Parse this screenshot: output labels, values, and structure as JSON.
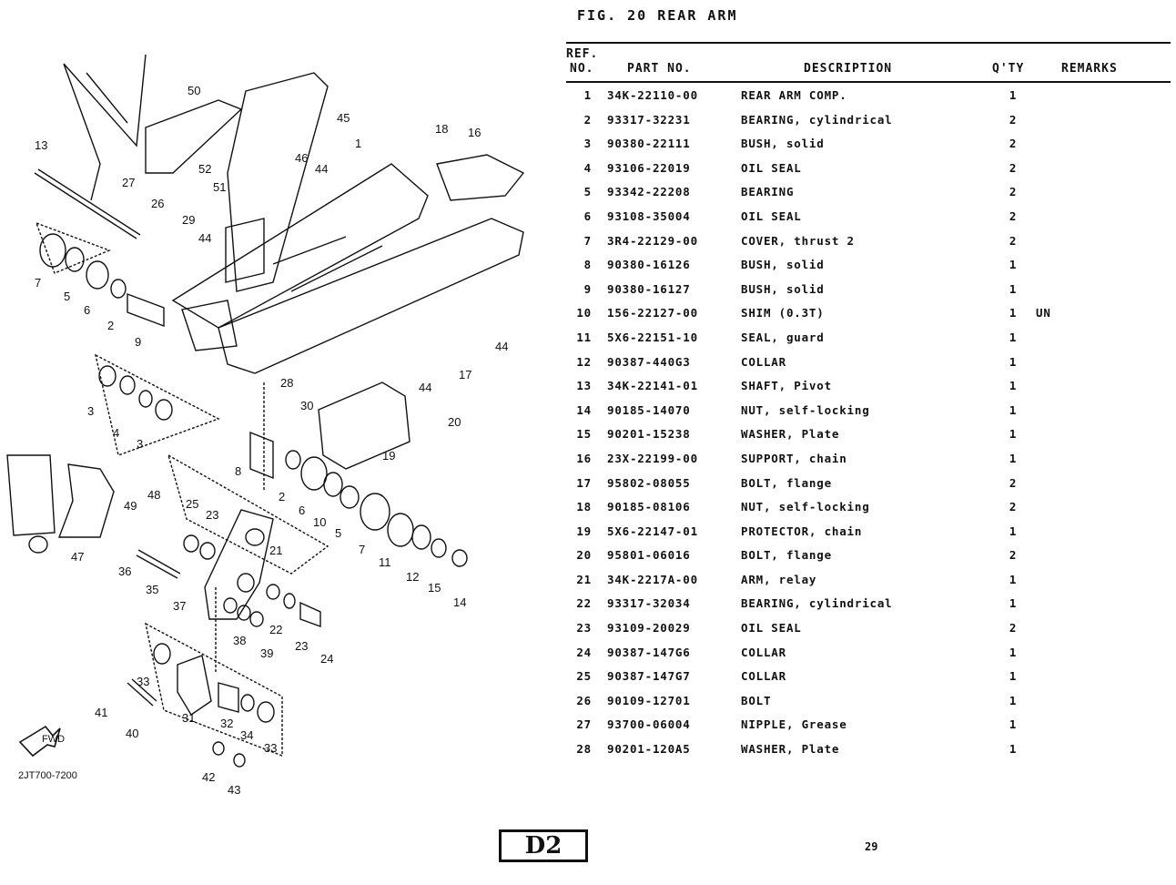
{
  "figure": {
    "title": "FIG. 20  REAR ARM"
  },
  "table": {
    "headers": {
      "ref_line1": "REF.",
      "ref_line2": "NO.",
      "part_no": "PART NO.",
      "description": "DESCRIPTION",
      "qty": "Q'TY",
      "remarks": "REMARKS"
    },
    "rows": [
      {
        "ref": "1",
        "part": "34K-22110-00",
        "desc": "REAR ARM COMP.",
        "qty": "1",
        "remarks": ""
      },
      {
        "ref": "2",
        "part": "93317-32231",
        "desc": "BEARING, cylindrical",
        "qty": "2",
        "remarks": ""
      },
      {
        "ref": "3",
        "part": "90380-22111",
        "desc": "BUSH, solid",
        "qty": "2",
        "remarks": ""
      },
      {
        "ref": "4",
        "part": "93106-22019",
        "desc": "OIL SEAL",
        "qty": "2",
        "remarks": ""
      },
      {
        "ref": "5",
        "part": "93342-22208",
        "desc": "BEARING",
        "qty": "2",
        "remarks": ""
      },
      {
        "ref": "6",
        "part": "93108-35004",
        "desc": "OIL SEAL",
        "qty": "2",
        "remarks": ""
      },
      {
        "ref": "7",
        "part": "3R4-22129-00",
        "desc": "COVER, thrust 2",
        "qty": "2",
        "remarks": ""
      },
      {
        "ref": "8",
        "part": "90380-16126",
        "desc": "BUSH, solid",
        "qty": "1",
        "remarks": ""
      },
      {
        "ref": "9",
        "part": "90380-16127",
        "desc": "BUSH, solid",
        "qty": "1",
        "remarks": ""
      },
      {
        "ref": "10",
        "part": "156-22127-00",
        "desc": "SHIM (0.3T)",
        "qty": "1",
        "remarks": "UN"
      },
      {
        "ref": "11",
        "part": "5X6-22151-10",
        "desc": "SEAL, guard",
        "qty": "1",
        "remarks": ""
      },
      {
        "ref": "12",
        "part": "90387-440G3",
        "desc": "COLLAR",
        "qty": "1",
        "remarks": ""
      },
      {
        "ref": "13",
        "part": "34K-22141-01",
        "desc": "SHAFT, Pivot",
        "qty": "1",
        "remarks": ""
      },
      {
        "ref": "14",
        "part": "90185-14070",
        "desc": "NUT, self-locking",
        "qty": "1",
        "remarks": ""
      },
      {
        "ref": "15",
        "part": "90201-15238",
        "desc": "WASHER, Plate",
        "qty": "1",
        "remarks": ""
      },
      {
        "ref": "16",
        "part": "23X-22199-00",
        "desc": "SUPPORT, chain",
        "qty": "1",
        "remarks": ""
      },
      {
        "ref": "17",
        "part": "95802-08055",
        "desc": "BOLT, flange",
        "qty": "2",
        "remarks": ""
      },
      {
        "ref": "18",
        "part": "90185-08106",
        "desc": "NUT, self-locking",
        "qty": "2",
        "remarks": ""
      },
      {
        "ref": "19",
        "part": "5X6-22147-01",
        "desc": "PROTECTOR, chain",
        "qty": "1",
        "remarks": ""
      },
      {
        "ref": "20",
        "part": "95801-06016",
        "desc": "BOLT, flange",
        "qty": "2",
        "remarks": ""
      },
      {
        "ref": "21",
        "part": "34K-2217A-00",
        "desc": "ARM, relay",
        "qty": "1",
        "remarks": ""
      },
      {
        "ref": "22",
        "part": "93317-32034",
        "desc": "BEARING, cylindrical",
        "qty": "1",
        "remarks": ""
      },
      {
        "ref": "23",
        "part": "93109-20029",
        "desc": "OIL SEAL",
        "qty": "2",
        "remarks": ""
      },
      {
        "ref": "24",
        "part": "90387-147G6",
        "desc": "COLLAR",
        "qty": "1",
        "remarks": ""
      },
      {
        "ref": "25",
        "part": "90387-147G7",
        "desc": "COLLAR",
        "qty": "1",
        "remarks": ""
      },
      {
        "ref": "26",
        "part": "90109-12701",
        "desc": "BOLT",
        "qty": "1",
        "remarks": ""
      },
      {
        "ref": "27",
        "part": "93700-06004",
        "desc": "NIPPLE, Grease",
        "qty": "1",
        "remarks": ""
      },
      {
        "ref": "28",
        "part": "90201-120A5",
        "desc": "WASHER, Plate",
        "qty": "1",
        "remarks": ""
      }
    ]
  },
  "diagram": {
    "callouts": [
      "50",
      "45",
      "13",
      "27",
      "52",
      "51",
      "46",
      "44",
      "18",
      "16",
      "26",
      "29",
      "44",
      "1",
      "7",
      "5",
      "6",
      "2",
      "9",
      "44",
      "17",
      "28",
      "30",
      "44",
      "3",
      "4",
      "3",
      "20",
      "19",
      "8",
      "2",
      "6",
      "10",
      "5",
      "49",
      "48",
      "25",
      "23",
      "7",
      "11",
      "12",
      "15",
      "14",
      "21",
      "36",
      "35",
      "37",
      "47",
      "22",
      "38",
      "39",
      "23",
      "24",
      "33",
      "41",
      "40",
      "31",
      "32",
      "34",
      "33",
      "42",
      "43"
    ],
    "drawing_no": "2JT700-7200",
    "fwd_label": "FWD"
  },
  "footer": {
    "section_code": "D2",
    "page_number": "29"
  }
}
